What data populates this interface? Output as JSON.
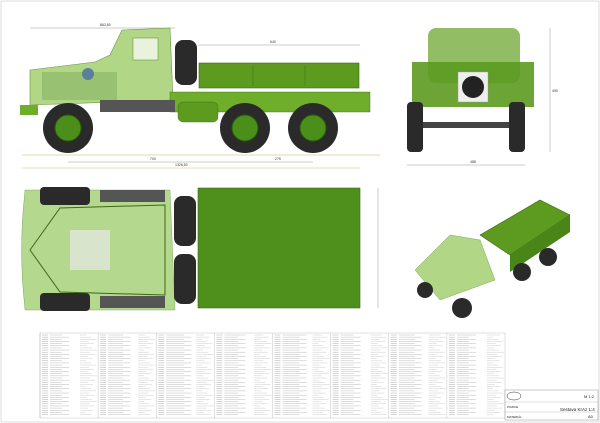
{
  "drawing": {
    "dimensions": {
      "cab_length": "863,80",
      "bed_length": "640",
      "overall_length": "1326,50",
      "wheelbase_front": "700",
      "wheelbase_rear": "275",
      "front_height": "490",
      "front_width": "488"
    },
    "title_block": {
      "scale": "M 1:2",
      "position_label": "POZICE",
      "material_label": "MATERIÁL",
      "title": "Sestava KrAz 1:4",
      "format": "A0"
    }
  },
  "colors": {
    "body_green": "#6fae2a",
    "bed_green": "#4f8f1c",
    "cab_transparent": "#a8d27a",
    "tire": "#2a2a2a",
    "dimension_line": "#555555"
  }
}
